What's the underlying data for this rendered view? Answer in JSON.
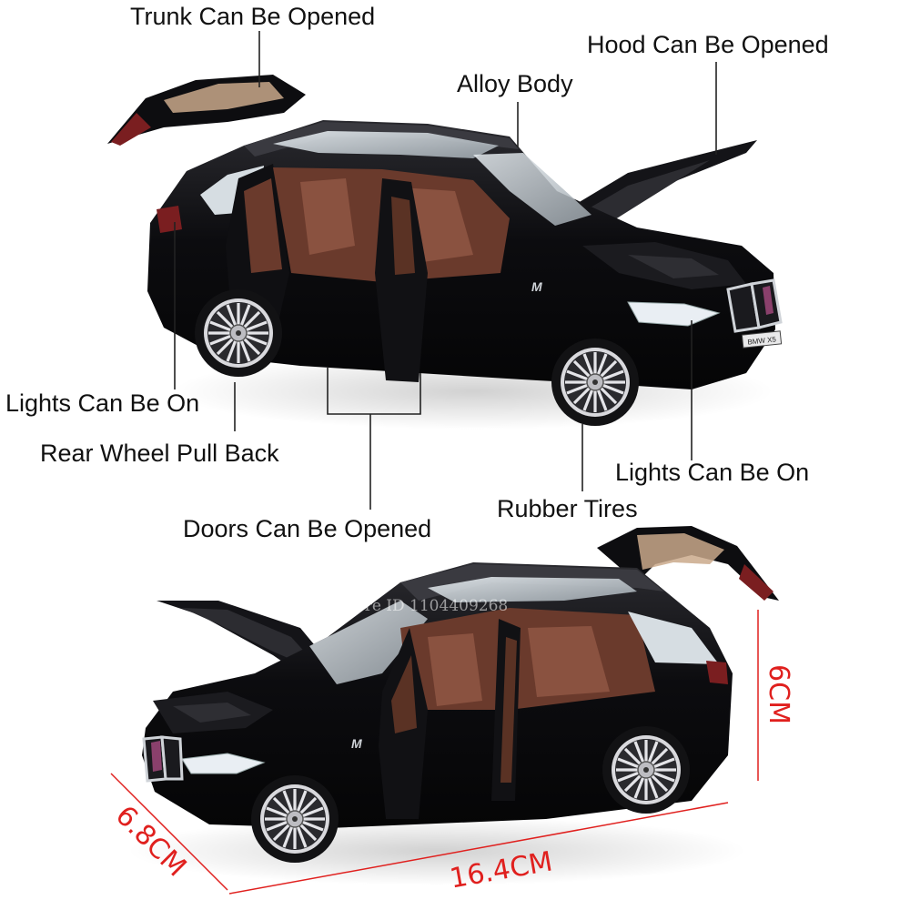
{
  "callouts": {
    "trunk": "Trunk Can Be Opened",
    "hood": "Hood Can Be Opened",
    "alloy": "Alloy Body",
    "lights_left": "Lights Can Be On",
    "rear_wheel": "Rear Wheel Pull Back",
    "lights_right": "Lights Can Be On",
    "rubber": "Rubber Tires",
    "doors": "Doors Can Be Opened"
  },
  "dimensions": {
    "height": "6CM",
    "width": "6.8CM",
    "length": "16.4CM"
  },
  "plates": {
    "top": "BMW X5",
    "bottom": ""
  },
  "badge": "M",
  "watermark": "Store ID 1104409268",
  "colors": {
    "body": "#0b0b0d",
    "interior": "#6a3a2c",
    "wheel": "#c8c8cc",
    "tire": "#111111",
    "dimension": "#e0201e",
    "leader_line": "#222222"
  }
}
